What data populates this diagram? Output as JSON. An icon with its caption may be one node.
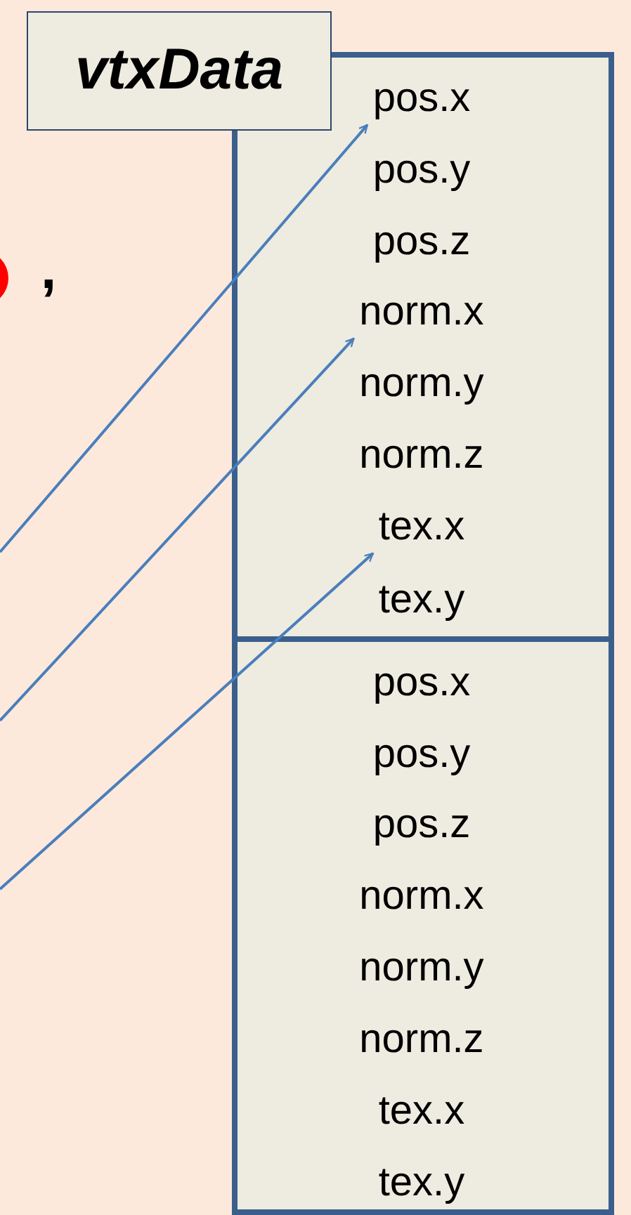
{
  "diagram": {
    "nodes": [
      {
        "text": [
          "vtxData"
        ]
      },
      {
        "text": [],
        "shape": "box"
      },
      {
        "text": [
          "pos.x"
        ],
        "in": 1
      },
      {
        "text": [
          "pos.y"
        ],
        "in": 1
      },
      {
        "text": [
          "pos.z"
        ],
        "in": 1
      },
      {
        "text": [
          "norm.x"
        ],
        "in": 1
      },
      {
        "text": [
          "norm.y"
        ],
        "in": 1
      },
      {
        "text": [
          "norm.z"
        ],
        "in": 1
      },
      {
        "text": [
          "tex.x"
        ],
        "in": 1
      },
      {
        "text": [
          "tex.y"
        ],
        "in": 1
      },
      {
        "text": [],
        "shape": "box"
      },
      {
        "text": [
          "pos.x"
        ],
        "in": 10
      },
      {
        "text": [
          "pos.y"
        ],
        "in": 10
      },
      {
        "text": [
          "pos.z"
        ],
        "in": 10
      },
      {
        "text": [
          "norm.x"
        ],
        "in": 10
      },
      {
        "text": [
          "norm.y"
        ],
        "in": 10
      },
      {
        "text": [
          "norm.z"
        ],
        "in": 10
      },
      {
        "text": [
          "tex.x"
        ],
        "in": 10
      },
      {
        "text": [
          "tex.y"
        ],
        "in": 10
      }
    ],
    "edges": [
      {
        "from": null,
        "to": 2,
        "arrow": "to"
      },
      {
        "from": null,
        "to": 5,
        "arrow": "to"
      },
      {
        "from": null,
        "to": 8,
        "arrow": "to"
      }
    ],
    "labels": [
      ","
    ]
  }
}
